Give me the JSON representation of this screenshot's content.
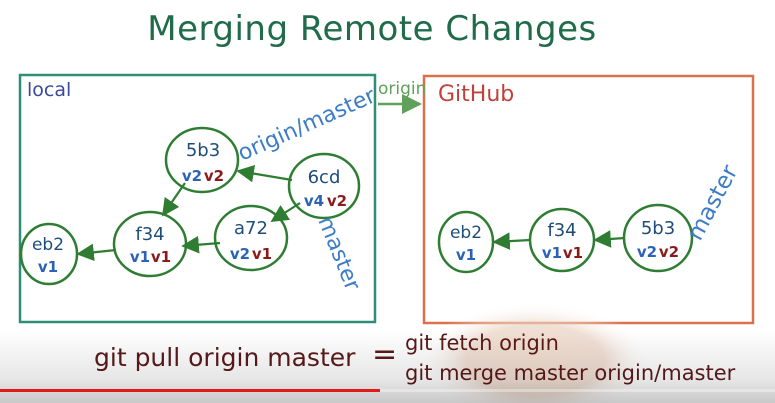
{
  "title": "Merging Remote Changes",
  "colors": {
    "title": "#1f6b4a",
    "local_box": "#2f8f76",
    "github_box": "#d9714a",
    "commit_stroke": "#2e7d32",
    "hash_text": "#1e4d7a",
    "version_blue": "#2b62b8",
    "version_red": "#8b1b1b",
    "branch_label": "#3d7cc8",
    "remote_arrow": "#5fa05a",
    "command_text": "#5b1a1a",
    "progress": "#e01b1b"
  },
  "local": {
    "label": "local",
    "commits": [
      {
        "hash": "eb2",
        "v1": "v1",
        "v2": ""
      },
      {
        "hash": "f34",
        "v1": "v1",
        "v2": "v1"
      },
      {
        "hash": "5b3",
        "v1": "v2",
        "v2": "v2"
      },
      {
        "hash": "a72",
        "v1": "v2",
        "v2": "v1"
      },
      {
        "hash": "6cd",
        "v1": "v4",
        "v2": "v2"
      }
    ],
    "branch_origin_master": "origin/master",
    "branch_master": "master"
  },
  "github": {
    "label": "GitHub",
    "commits": [
      {
        "hash": "eb2",
        "v1": "v1",
        "v2": ""
      },
      {
        "hash": "f34",
        "v1": "v1",
        "v2": "v1"
      },
      {
        "hash": "5b3",
        "v1": "v2",
        "v2": "v2"
      }
    ],
    "branch_master": "master"
  },
  "remote_label": "origin",
  "command": {
    "lhs": "git pull origin master",
    "equals": "=",
    "fetch": "git fetch origin",
    "merge": "git merge master origin/master"
  },
  "video": {
    "progress_fraction": 0.49
  }
}
